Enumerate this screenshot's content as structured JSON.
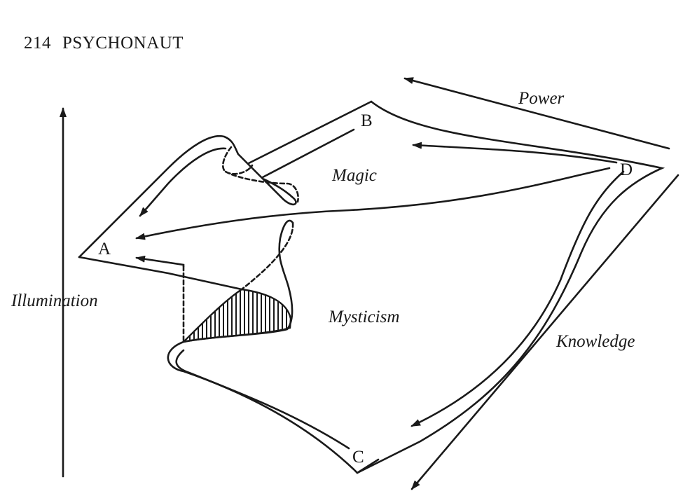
{
  "header": {
    "page_number": "214",
    "running_title": "PSYCHONAUT"
  },
  "diagram": {
    "vertices": {
      "a": "A",
      "b": "B",
      "c": "C",
      "d": "D"
    },
    "labels": {
      "power": "Power",
      "magic": "Magic",
      "mysticism": "Mysticism",
      "knowledge": "Knowledge",
      "illumination": "Illumination"
    }
  }
}
